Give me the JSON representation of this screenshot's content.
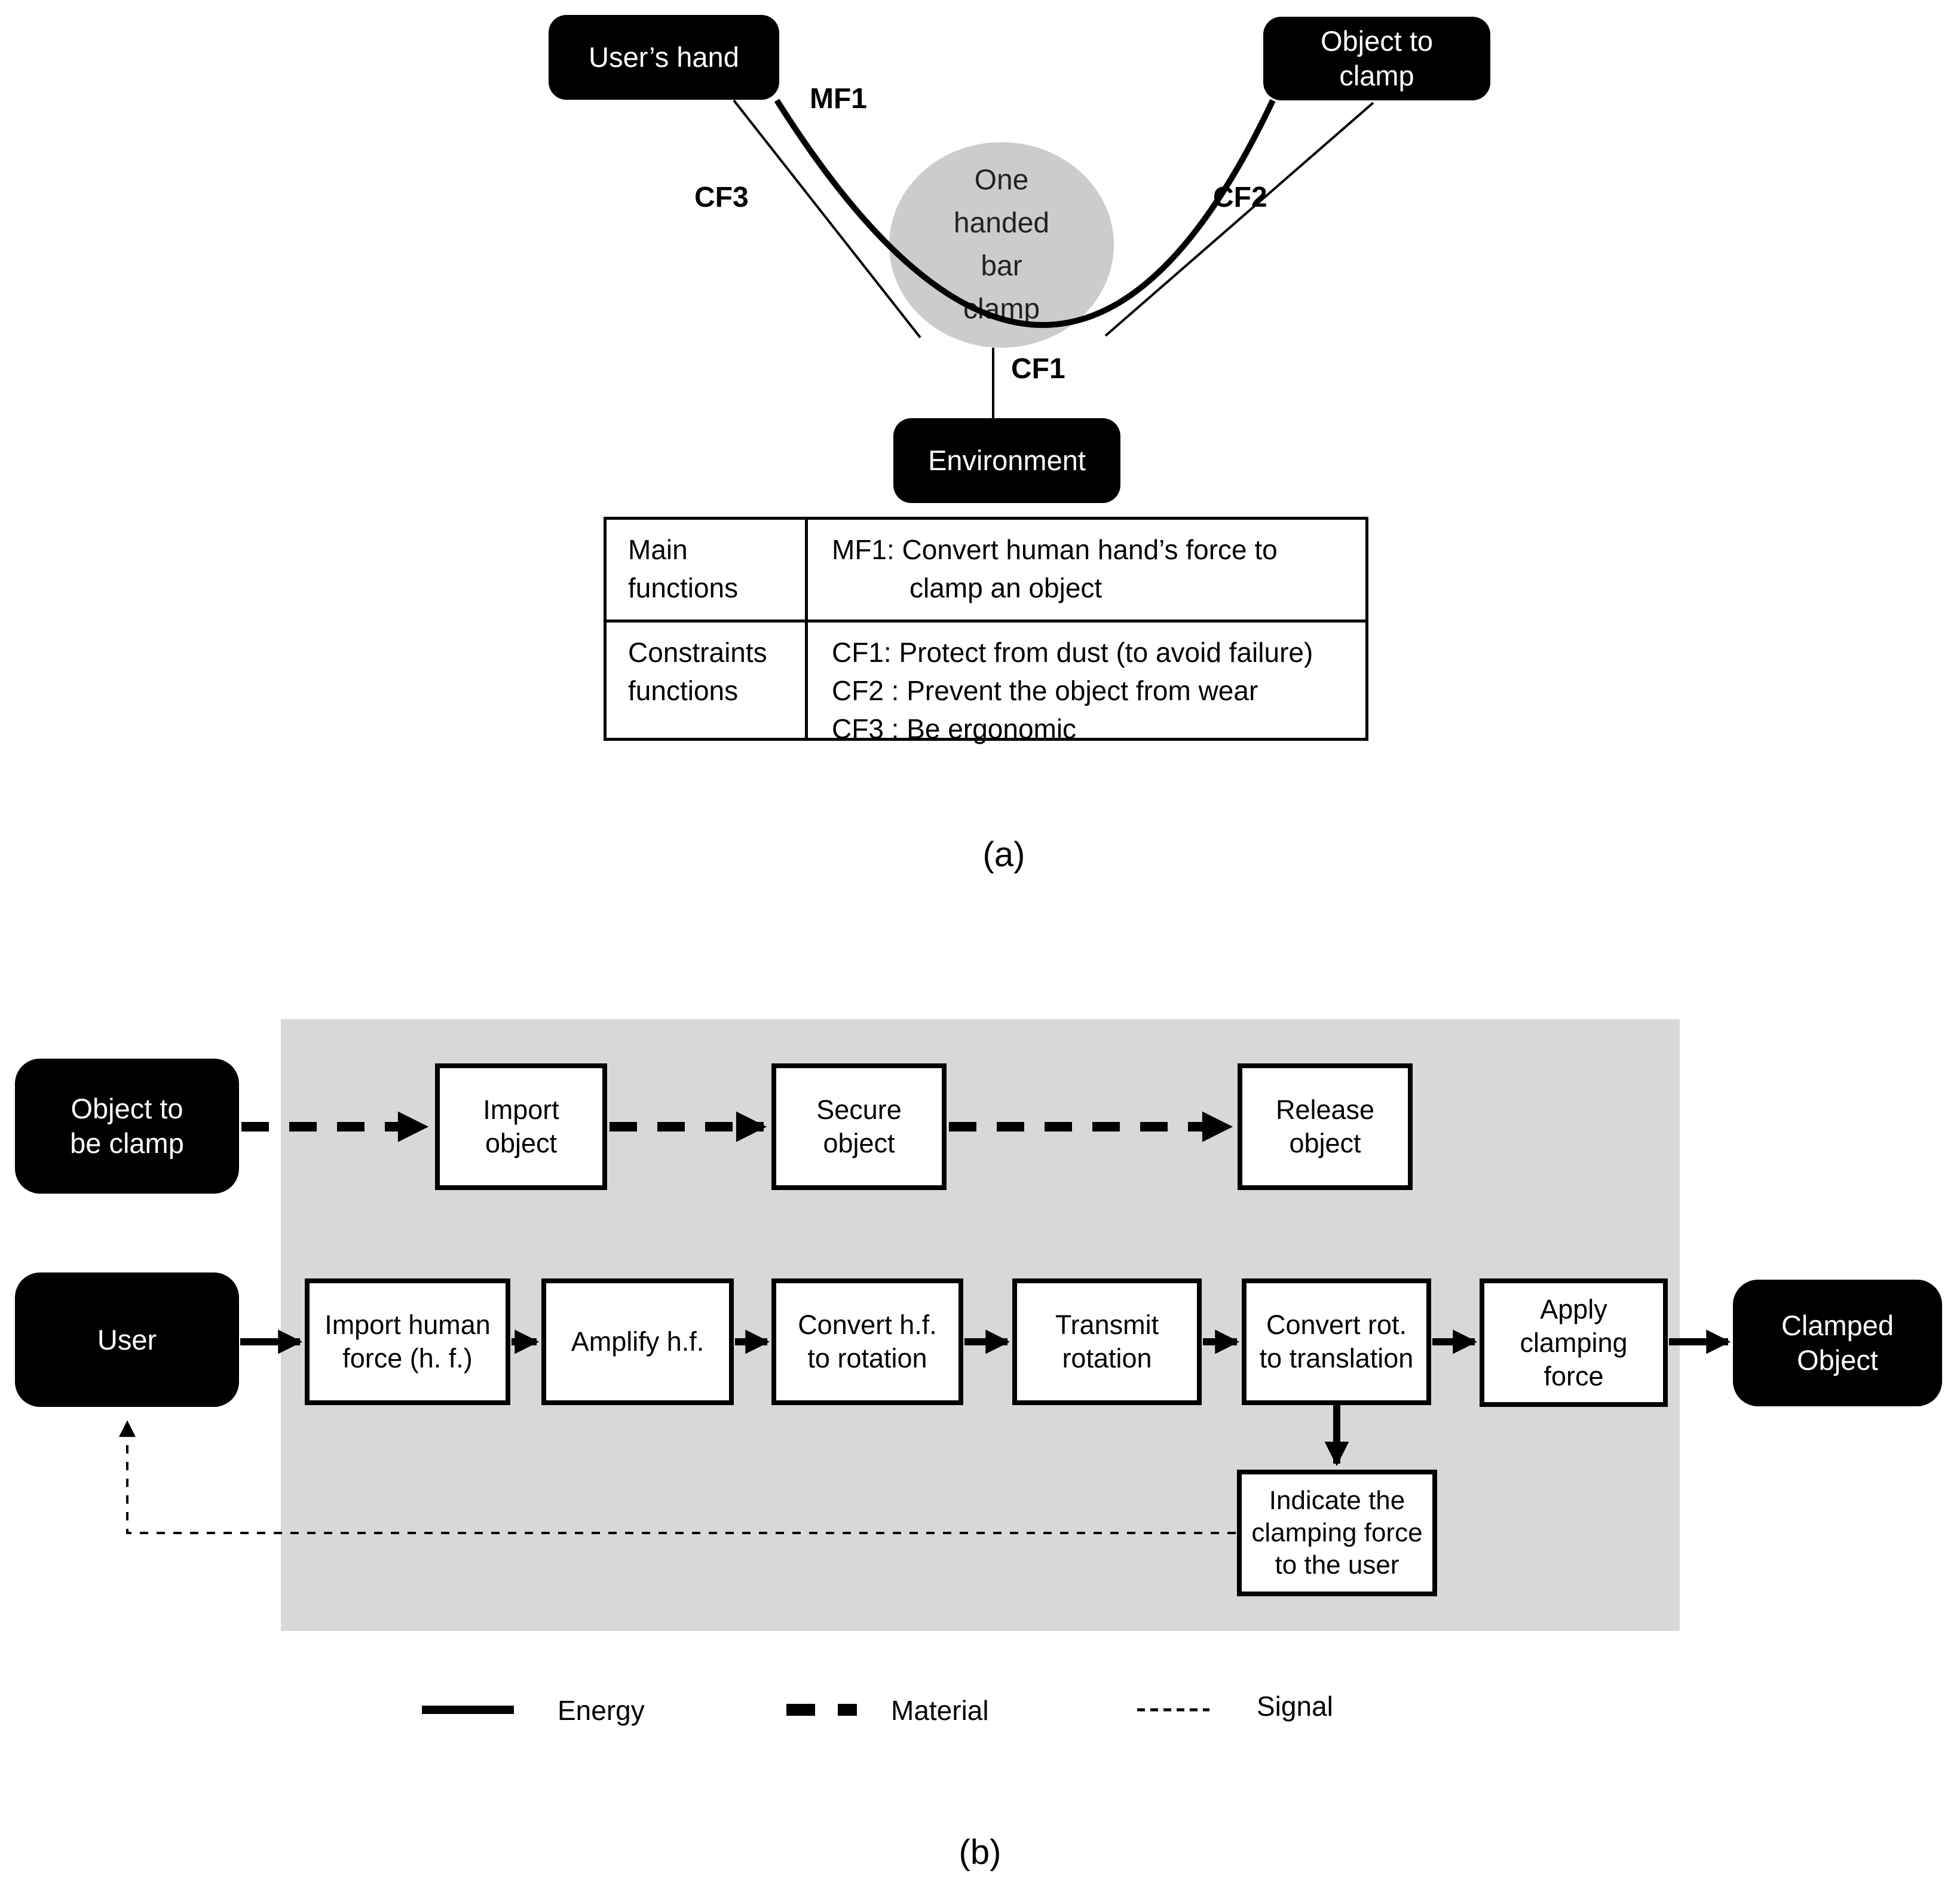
{
  "colors": {
    "node_fill": "#000000",
    "node_text": "#ffffff",
    "system_ellipse_fill": "#cccccc",
    "system_boundary_fill": "#d8d8d8",
    "line_color": "#000000"
  },
  "part_a": {
    "nodes": {
      "users_hand": {
        "label": "User’s hand"
      },
      "object_to_clamp": {
        "line1": "Object to",
        "line2": "clamp"
      },
      "system": {
        "line1": "One",
        "line2": "handed",
        "line3": "bar",
        "line4": "clamp"
      },
      "environment": {
        "label": "Environment"
      }
    },
    "edge_labels": {
      "mf1": "MF1",
      "cf1": "CF1",
      "cf2": "CF2",
      "cf3": "CF3"
    },
    "table": {
      "row1_header_line1": "Main",
      "row1_header_line2": "functions",
      "row1_content_line1": "MF1: Convert human hand’s force to",
      "row1_content_line2": "clamp an object",
      "row2_header_line1": "Constraints",
      "row2_header_line2": "functions",
      "row2_content_line1": "CF1: Protect from dust (to avoid failure)",
      "row2_content_line2": "CF2 : Prevent the object from wear",
      "row2_content_line3": "CF3 : Be ergonomic"
    },
    "caption": "(a)"
  },
  "part_b": {
    "nodes": {
      "object_to_be_clamp": {
        "line1": "Object to",
        "line2": "be clamp"
      },
      "user": {
        "label": "User"
      },
      "clamped_object": {
        "line1": "Clamped",
        "line2": "Object"
      },
      "import_object": {
        "line1": "Import",
        "line2": "object"
      },
      "secure_object": {
        "line1": "Secure",
        "line2": "object"
      },
      "release_object": {
        "line1": "Release",
        "line2": "object"
      },
      "import_human_force": {
        "line1": "Import human",
        "line2": "force (h. f.)"
      },
      "amplify_hf": {
        "label": "Amplify h.f."
      },
      "convert_hf_to_rotation": {
        "line1": "Convert h.f.",
        "line2": "to rotation"
      },
      "transmit_rotation": {
        "line1": "Transmit",
        "line2": "rotation"
      },
      "convert_rot_to_translation": {
        "line1": "Convert rot.",
        "line2": "to translation"
      },
      "apply_clamping_force": {
        "line1": "Apply",
        "line2": "clamping",
        "line3": "force"
      },
      "indicate_force": {
        "line1": "Indicate the",
        "line2": "clamping force",
        "line3": "to the user"
      }
    },
    "legend": {
      "energy": "Energy",
      "material": "Material",
      "signal": "Signal"
    },
    "caption": "(b)"
  }
}
